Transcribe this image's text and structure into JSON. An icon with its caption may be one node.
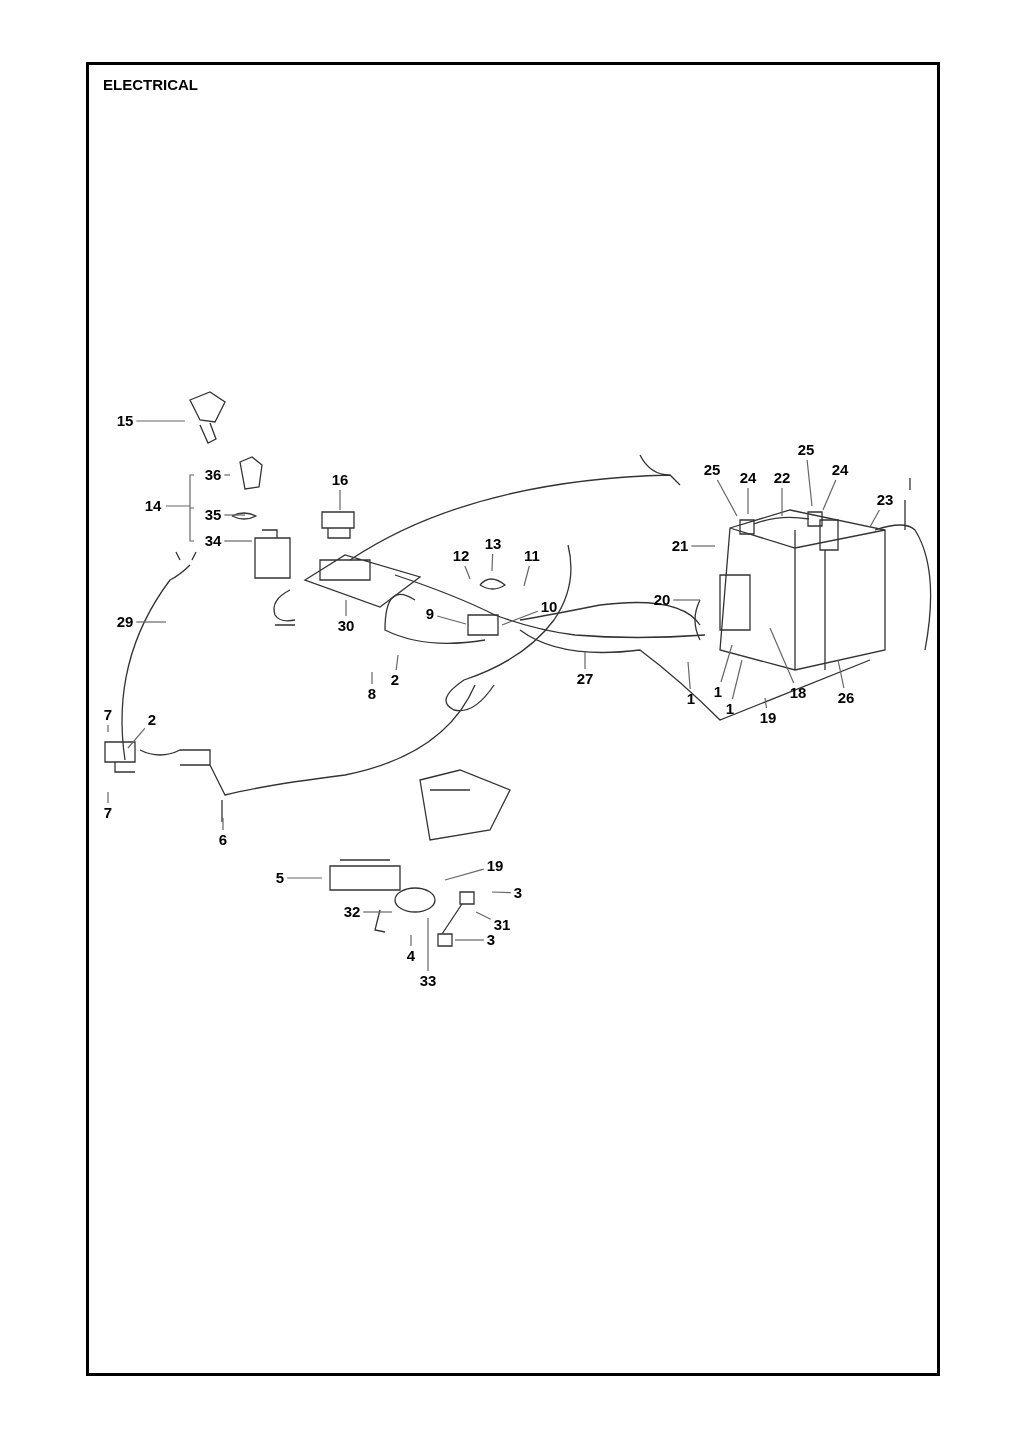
{
  "diagram": {
    "title": "ELECTRICAL",
    "nodes": [
      {
        "text": [
          "15"
        ]
      },
      {
        "text": [
          "36"
        ]
      },
      {
        "text": [
          "35"
        ]
      },
      {
        "text": [
          "34"
        ]
      },
      {
        "text": [
          "16"
        ]
      },
      {
        "text": [
          "25"
        ]
      },
      {
        "text": [
          "25"
        ]
      },
      {
        "text": [
          "24"
        ]
      },
      {
        "text": [
          "22"
        ]
      },
      {
        "text": [
          "24"
        ]
      },
      {
        "text": [
          "23"
        ]
      },
      {
        "text": [
          "13"
        ]
      },
      {
        "text": [
          "12"
        ]
      },
      {
        "text": [
          "11"
        ]
      },
      {
        "text": [
          "21"
        ]
      },
      {
        "text": [
          "9"
        ]
      },
      {
        "text": [
          "10"
        ]
      },
      {
        "text": [
          "20"
        ]
      },
      {
        "text": [
          "29"
        ]
      },
      {
        "text": [
          "30"
        ]
      },
      {
        "text": [
          "27"
        ]
      },
      {
        "text": [
          "1"
        ]
      },
      {
        "text": [
          "1"
        ]
      },
      {
        "text": [
          "1"
        ]
      },
      {
        "text": [
          "18"
        ]
      },
      {
        "text": [
          "26"
        ]
      },
      {
        "text": [
          "8"
        ]
      },
      {
        "text": [
          "2"
        ]
      },
      {
        "text": [
          "19"
        ]
      },
      {
        "text": [
          "7"
        ]
      },
      {
        "text": [
          "2"
        ]
      },
      {
        "text": [
          "7"
        ]
      },
      {
        "text": [
          "6"
        ]
      },
      {
        "text": [
          "19"
        ]
      },
      {
        "text": [
          "3"
        ]
      },
      {
        "text": [
          "5"
        ]
      },
      {
        "text": [
          "31"
        ]
      },
      {
        "text": [
          "32"
        ]
      },
      {
        "text": [
          "3"
        ]
      },
      {
        "text": [
          "4"
        ]
      },
      {
        "text": [
          "33"
        ]
      }
    ],
    "edges": [
      {
        "from": 0,
        "to": null,
        "arrow": "none"
      },
      {
        "from": 1,
        "to": null,
        "arrow": "none"
      },
      {
        "from": 2,
        "to": null,
        "arrow": "none"
      },
      {
        "from": 3,
        "to": null,
        "arrow": "none"
      },
      {
        "from": 4,
        "to": null,
        "arrow": "none"
      },
      {
        "from": 5,
        "to": null,
        "arrow": "none"
      },
      {
        "from": 6,
        "to": null,
        "arrow": "none"
      },
      {
        "from": 7,
        "to": null,
        "arrow": "none"
      },
      {
        "from": 8,
        "to": null,
        "arrow": "none"
      },
      {
        "from": 9,
        "to": null,
        "arrow": "none"
      },
      {
        "from": 10,
        "to": null,
        "arrow": "none"
      },
      {
        "from": 11,
        "to": null,
        "arrow": "none"
      },
      {
        "from": 12,
        "to": null,
        "arrow": "none"
      },
      {
        "from": 13,
        "to": null,
        "arrow": "none"
      },
      {
        "from": 14,
        "to": null,
        "arrow": "none"
      },
      {
        "from": 15,
        "to": null,
        "arrow": "none"
      },
      {
        "from": 16,
        "to": null,
        "arrow": "none"
      },
      {
        "from": 17,
        "to": null,
        "arrow": "none"
      },
      {
        "from": 18,
        "to": null,
        "arrow": "none"
      },
      {
        "from": 19,
        "to": null,
        "arrow": "none"
      },
      {
        "from": 20,
        "to": null,
        "arrow": "none"
      },
      {
        "from": 21,
        "to": null,
        "arrow": "none"
      },
      {
        "from": 22,
        "to": null,
        "arrow": "none"
      },
      {
        "from": 23,
        "to": null,
        "arrow": "none"
      },
      {
        "from": 24,
        "to": null,
        "arrow": "none"
      },
      {
        "from": 25,
        "to": null,
        "arrow": "none"
      },
      {
        "from": 26,
        "to": null,
        "arrow": "none"
      },
      {
        "from": 27,
        "to": null,
        "arrow": "none"
      },
      {
        "from": 28,
        "to": null,
        "arrow": "none"
      },
      {
        "from": 29,
        "to": null,
        "arrow": "none"
      },
      {
        "from": 30,
        "to": null,
        "arrow": "none"
      },
      {
        "from": 31,
        "to": null,
        "arrow": "none"
      },
      {
        "from": 32,
        "to": null,
        "arrow": "none"
      },
      {
        "from": 33,
        "to": null,
        "arrow": "none"
      },
      {
        "from": 34,
        "to": null,
        "arrow": "none"
      },
      {
        "from": 35,
        "to": null,
        "arrow": "none"
      },
      {
        "from": 36,
        "to": null,
        "arrow": "none"
      },
      {
        "from": 37,
        "to": null,
        "arrow": "none"
      },
      {
        "from": 38,
        "to": null,
        "arrow": "none"
      },
      {
        "from": 39,
        "to": null,
        "arrow": "none"
      },
      {
        "from": 40,
        "to": null,
        "arrow": "none"
      }
    ],
    "labels": [
      "14"
    ]
  }
}
